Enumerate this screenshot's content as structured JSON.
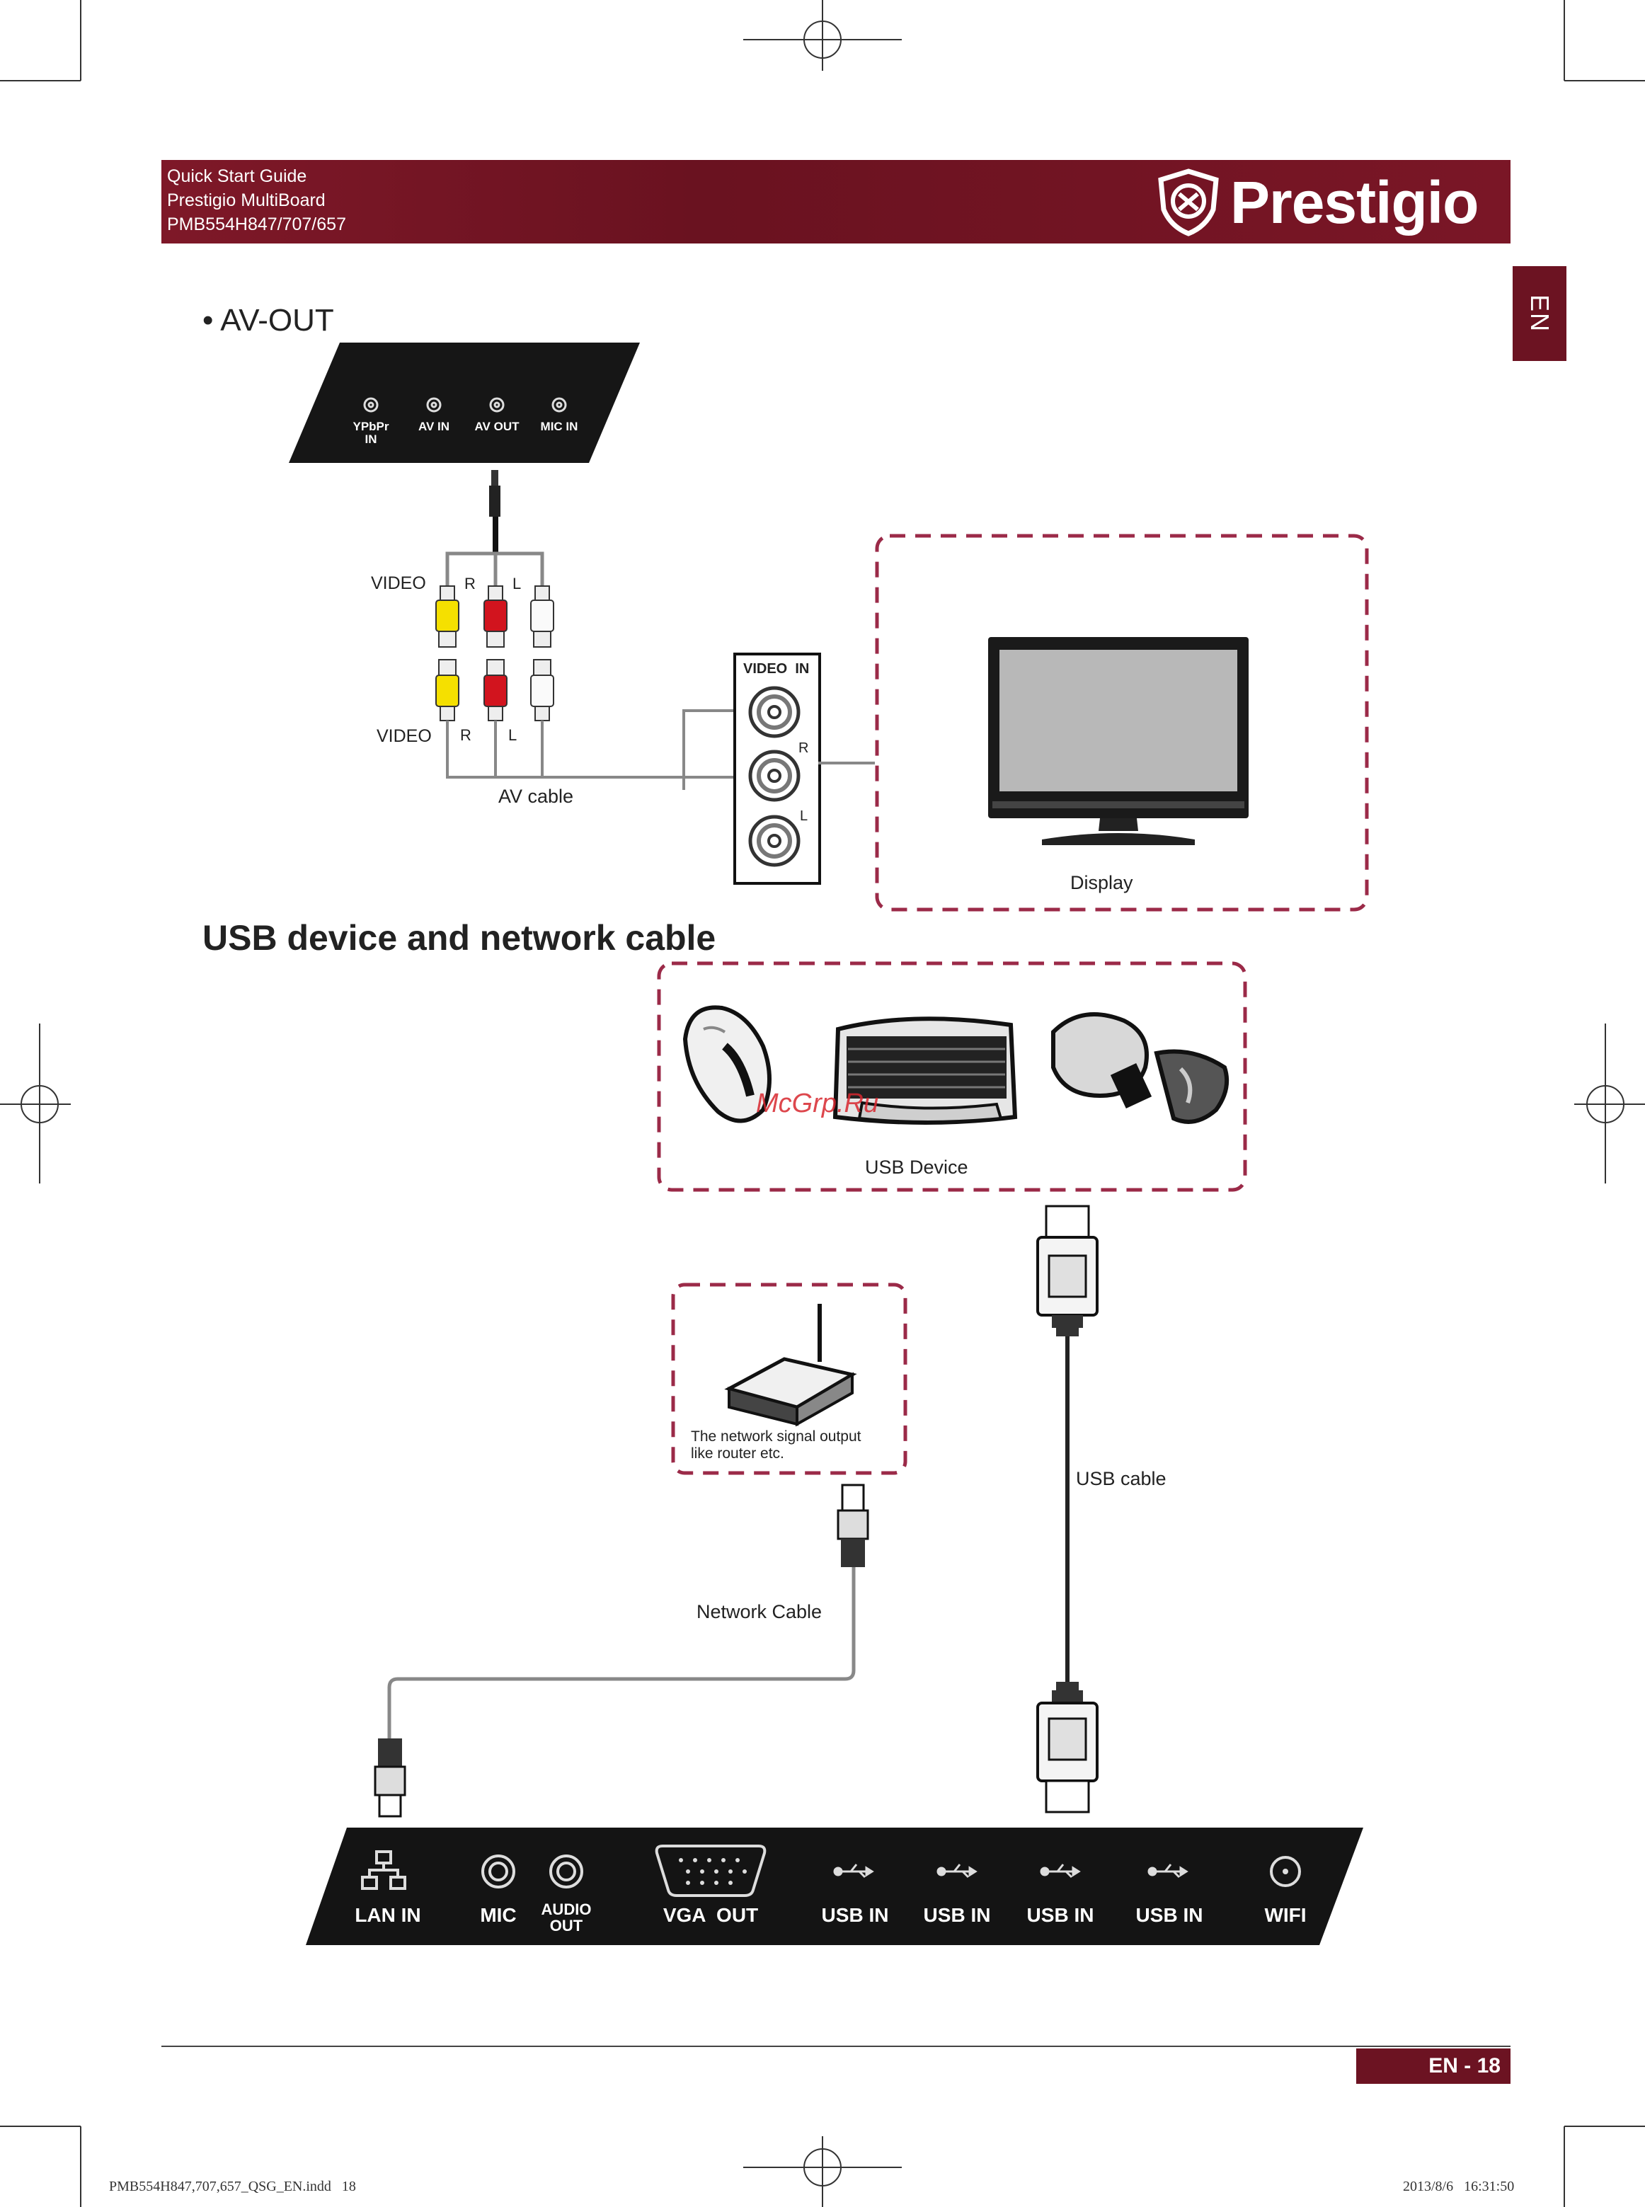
{
  "header": {
    "line1": "Quick Start Guide",
    "line2": "Prestigio MultiBoard",
    "line3": "PMB554H847/707/657",
    "brand": "Prestigio"
  },
  "side_tab": "EN",
  "av_out": {
    "heading": "• AV-OUT",
    "panel_ports": [
      "YPbPr IN",
      "AV IN",
      "AV OUT",
      "MIC IN"
    ],
    "plug_labels": {
      "video_top": "VIDEO",
      "r_top": "R",
      "l_top": "L",
      "video_bottom": "VIDEO",
      "r_bottom": "R",
      "l_bottom": "L"
    },
    "cable_label": "AV cable",
    "video_in": {
      "title": "VIDEO  IN",
      "r": "R",
      "l": "L"
    },
    "display_label": "Display"
  },
  "usb_section": {
    "heading": "USB device and network cable",
    "usb_device_label": "USB Device",
    "router_caption_1": "The network signal output",
    "router_caption_2": "like router etc.",
    "usb_cable_label": "USB cable",
    "network_cable_label": "Network Cable",
    "bottom_ports": [
      "LAN IN",
      "MIC",
      "AUDIO OUT",
      "VGA  OUT",
      "USB IN",
      "USB IN",
      "USB IN",
      "USB IN",
      "WIFI"
    ]
  },
  "watermark": "McGrp.Ru",
  "footer": {
    "page": "EN - 18",
    "file": "PMB554H847,707,657_QSG_EN.indd   18",
    "date": "2013/8/6   16:31:50"
  },
  "colors": {
    "brand": "#6c1322",
    "dash": "#9b2a48",
    "yellow": "#f5e000",
    "red": "#d2141e"
  }
}
